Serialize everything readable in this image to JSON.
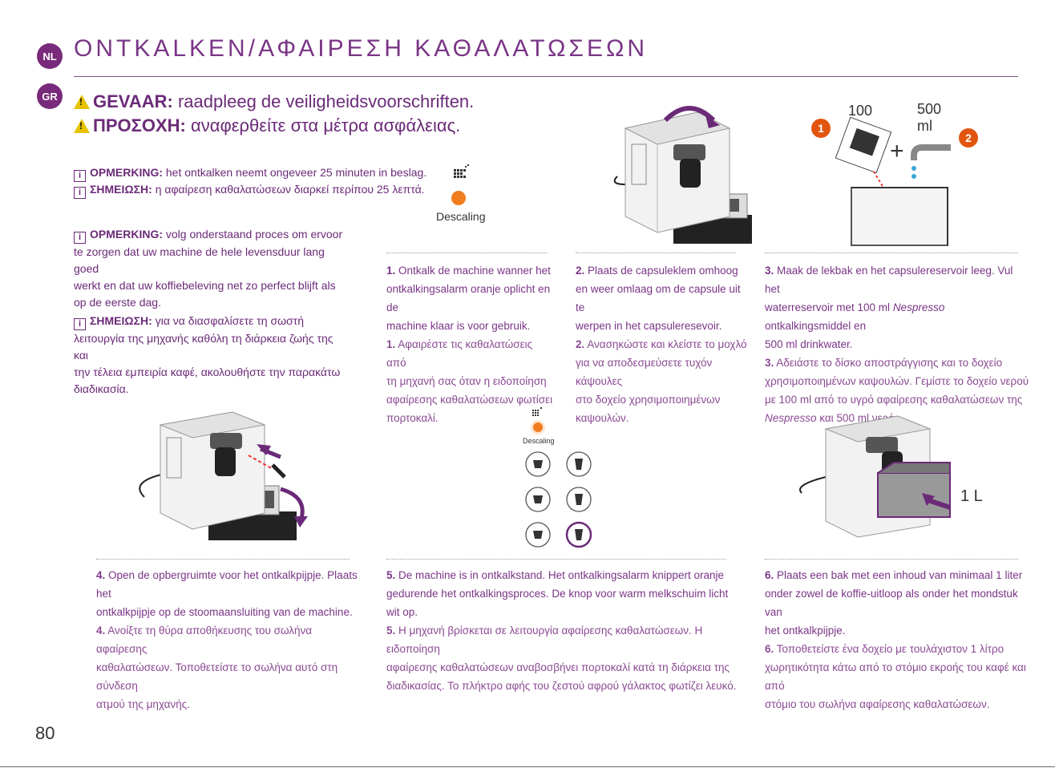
{
  "lang_badges": {
    "nl": "NL",
    "gr": "GR"
  },
  "title": {
    "nl": "ONTKALKEN/",
    "gr": "ΑΦΑΙΡΕΣΗ ΚΑΘΑΛΑΤΩΣΕΩΝ"
  },
  "warning": {
    "nl_label": "GEVAAR:",
    "nl_text": " raadpleeg de veiligheidsvoorschriften.",
    "gr_label": "ΠΡΟΣΟΧΗ:",
    "gr_text": " αναφερθείτε στα μέτρα ασφάλειας."
  },
  "note1": {
    "nl_label": "OPMERKING:",
    "nl_text": " het ontkalken neemt ongeveer 25 minuten in beslag.",
    "gr_label": "ΣΗΜΕΙΩΣΗ:",
    "gr_text": " η αφαίρεση καθαλατώσεων διαρκεί περίπου 25 λεπτά."
  },
  "note2": {
    "nl_label": "OPMERKING:",
    "nl_text": " volg onderstaand proces om ervoor",
    "nl_lines": [
      "te zorgen dat uw machine de hele levensduur lang goed",
      "werkt en dat uw koffiebeleving net zo perfect blijft als",
      "op de eerste dag."
    ],
    "gr_label": "ΣΗΜΕΙΩΣΗ:",
    "gr_text": " για να διασφαλίσετε τη σωστή",
    "gr_lines": [
      "λειτουργία της μηχανής καθόλη τη διάρκεια ζωής της και",
      "την τέλεια εμπειρία καφέ, ακολουθήστε την παρακάτω",
      "διαδικασία."
    ]
  },
  "icon_label": "Descaling",
  "icon_label_small": "Descaling",
  "step3_labels": {
    "ml100": "100 ml",
    "ml500": "500 ml",
    "n1": "1",
    "n2": "2",
    "plus": "+"
  },
  "step6_label": "1 L",
  "steps": {
    "s1": {
      "num": "1.",
      "nl": [
        " Ontkalk de machine wanner het",
        "ontkalkingsalarm oranje oplicht en de",
        "machine klaar is voor gebruik."
      ],
      "gr": [
        " Αφαιρέστε τις καθαλατώσεις από",
        "τη μηχανή σας όταν η ειδοποίηση",
        "αφαίρεσης καθαλατώσεων φωτίσει",
        "πορτοκαλί."
      ]
    },
    "s2": {
      "num": "2.",
      "nl": [
        " Plaats de capsuleklem omhoog",
        "en weer omlaag om de capsule uit te",
        "werpen in het capsuleresevoir."
      ],
      "gr": [
        " Ανασηκώστε και κλείστε το μοχλό",
        "για να αποδεσμεύσετε τυχόν κάψουλες",
        "στο δοχείο χρησιμοποιημένων",
        "καψουλών."
      ]
    },
    "s3": {
      "num": "3.",
      "nl_1": " Maak de lekbak en het capsulereservoir leeg. Vul het",
      "nl_2a": "waterreservoir met 100 ml ",
      "nl_2i": "Nespresso",
      "nl_2b": " ontkalkingsmiddel en",
      "nl_3": "500 ml drinkwater.",
      "gr_1": " Αδειάστε το δίσκο αποστράγγισης και το δοχείο",
      "gr_2": "χρησιμοποιημένων καψουλών. Γεμίστε το δοχείο νερού",
      "gr_3": "με 100 ml από το υγρό αφαίρεσης καθαλατώσεων της",
      "gr_4i": "Nespresso",
      "gr_4b": " και 500 ml νερό."
    },
    "s4": {
      "num": "4.",
      "nl": [
        " Open de opbergruimte voor het ontkalkpijpje. Plaats het",
        "ontkalkpijpje op de stoomaansluiting van de machine."
      ],
      "gr": [
        " Ανοίξτε τη θύρα αποθήκευσης του σωλήνα αφαίρεσης",
        "καθαλατώσεων. Τοποθετείστε το σωλήνα αυτό στη σύνδεση",
        "ατμού της μηχανής."
      ]
    },
    "s5": {
      "num": "5.",
      "nl": [
        " De machine is in ontkalkstand. Het ontkalkingsalarm knippert oranje",
        "gedurende het ontkalkingsproces. De knop voor warm melkschuim licht wit op."
      ],
      "gr": [
        " Η μηχανή βρίσκεται σε λειτουργία αφαίρεσης καθαλατώσεων. Η ειδοποίηση",
        "αφαίρεσης καθαλατώσεων αναβοσβήνει πορτοκαλί κατά τη διάρκεια της",
        "διαδικασίας. Το πλήκτρο αφής του ζεστού αφρού γάλακτος φωτίζει λευκό."
      ]
    },
    "s6": {
      "num": "6.",
      "nl": [
        " Plaats een bak met een inhoud van minimaal 1 liter",
        "onder zowel de koffie-uitloop als onder het mondstuk van",
        "het ontkalkpijpje."
      ],
      "gr": [
        " Τοποθετείστε ένα δοχείο με τουλάχιστον 1 λίτρο",
        "χωρητικότητα κάτω από το στόμιο εκροής του καφέ και από",
        "στόμιο του σωλήνα αφαίρεσης καθαλατώσεων."
      ]
    }
  },
  "page_number": "80",
  "colors": {
    "brand": "#7a2a7a",
    "orange": "#f07d1e",
    "warning": "#e6c300"
  }
}
